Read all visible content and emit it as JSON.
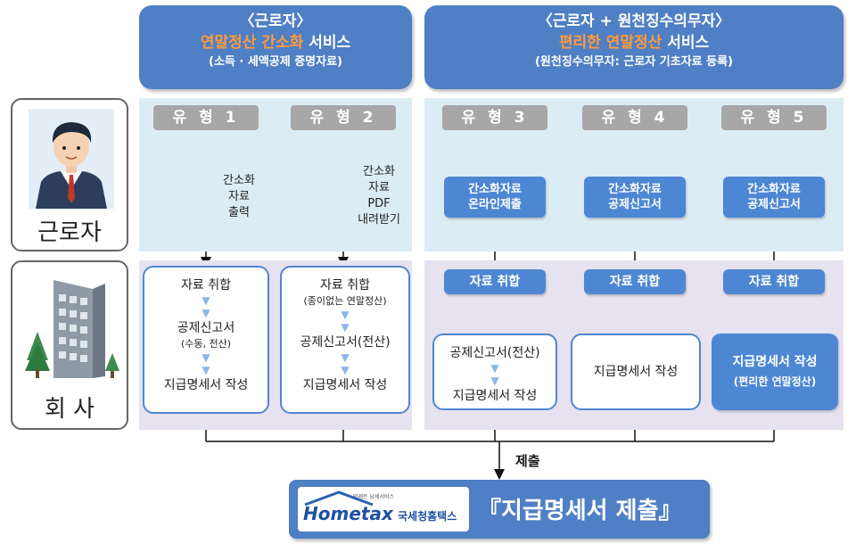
{
  "header_left": {
    "line1": "〈근로자〉",
    "line2_highlight": "연말정산 간소화",
    "line2_rest": " 서비스",
    "line3": "(소득 · 세액공제 증명자료)"
  },
  "header_right": {
    "line1": "〈근로자 + 원천징수의무자〉",
    "line2_highlight": "편리한 연말정산",
    "line2_rest": " 서비스",
    "line3": "(원천징수의무자: 근로자 기초자료 등록)"
  },
  "personas": {
    "worker": "근로자",
    "company": "회 사"
  },
  "types": [
    "유 형 1",
    "유 형 2",
    "유 형 3",
    "유 형 4",
    "유 형 5"
  ],
  "type1": {
    "arrow_text": [
      "간소화",
      "자료",
      "출력"
    ],
    "box": [
      "자료 취합",
      "공제신고서",
      "(수동, 전산)",
      "지급명세서 작성"
    ]
  },
  "type2": {
    "arrow_text": [
      "간소화",
      "자료",
      "PDF",
      "내려받기"
    ],
    "box": [
      "자료 취합",
      "(종이없는 연말정산)",
      "공제신고서(전산)",
      "지급명세서 작성"
    ]
  },
  "type3": {
    "top_box": [
      "간소화자료",
      "온라인제출"
    ],
    "collect": "자료 취합",
    "box": [
      "공제신고서(전산)",
      "지급명세서 작성"
    ]
  },
  "type4": {
    "top_box": [
      "간소화자료",
      "공제신고서"
    ],
    "collect": "자료 취합",
    "box": [
      "지급명세서 작성"
    ]
  },
  "type5": {
    "top_box": [
      "간소화자료",
      "공제신고서"
    ],
    "collect": "자료 취합",
    "box": [
      "지급명세서 작성",
      "(편리한 연말정산)"
    ]
  },
  "submit_label": "제출",
  "footer": {
    "logo_text": "Hometax",
    "logo_small": "언제든 납세서비스",
    "logo_sub": "국세청홈택스",
    "title": "『지급명세서 제출』"
  },
  "colors": {
    "header_blue": "#4f7fc4",
    "accent_orange": "#ff9a3c",
    "box_blue": "#4d87d3",
    "band_top": "#dcecf5",
    "band_bottom": "#e7e2ef",
    "type_gray": "#a7a7a7"
  }
}
